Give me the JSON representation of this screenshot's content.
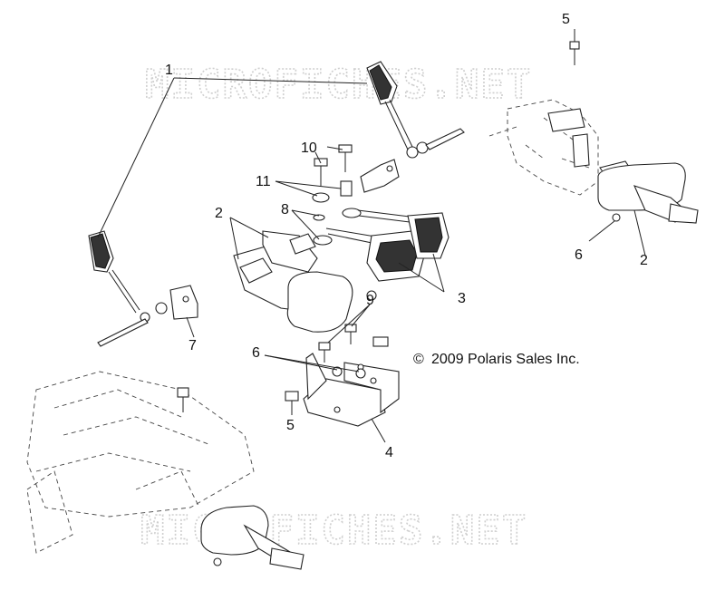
{
  "watermark": {
    "top": "MICROFICHES.NET",
    "bottom": "MICROFICHES.NET"
  },
  "copyright": "2009 Polaris Sales Inc.",
  "copyright_symbol": "©",
  "callouts": {
    "c1": "1",
    "c2a": "2",
    "c2b": "2",
    "c3": "3",
    "c4": "4",
    "c5a": "5",
    "c5b": "5",
    "c6a": "6",
    "c6b": "6",
    "c7": "7",
    "c8": "8",
    "c9": "9",
    "c10": "10",
    "c11": "11"
  }
}
